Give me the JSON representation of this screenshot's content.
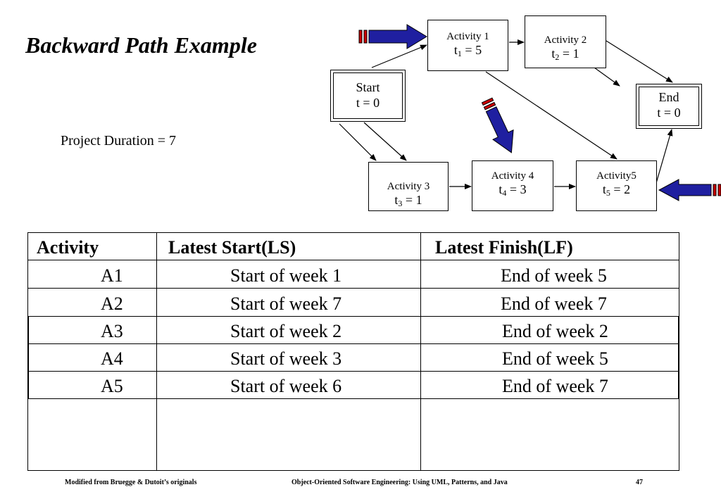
{
  "title": "Backward Path Example",
  "project_duration": "Project Duration = 7",
  "nodes": {
    "start": {
      "label": "Start",
      "duration": "t = 0"
    },
    "end": {
      "label": "End",
      "duration": "t = 0"
    },
    "a1": {
      "label": "Activity 1",
      "var": "t",
      "sub": "1",
      "value": " = 5"
    },
    "a2": {
      "label": "Activity 2",
      "var": "t",
      "sub": "2",
      "value": " = 1"
    },
    "a3": {
      "label": "Activity 3",
      "var": "t",
      "sub": "3",
      "value": " = 1"
    },
    "a4": {
      "label": "Activity 4",
      "var": "t",
      "sub": "4",
      "value": " = 3"
    },
    "a5": {
      "label": "Activity5",
      "var": "t",
      "sub": "5",
      "value": " = 2"
    }
  },
  "table": {
    "headers": [
      "Activity",
      "Latest Start(LS)",
      "Latest Finish(LF)"
    ],
    "rows": [
      [
        "A1",
        "Start of week 1",
        "End of week 5"
      ],
      [
        "A2",
        "Start of week 7",
        "End of week 7"
      ],
      [
        "A3",
        "Start of week 2",
        "End of week 2"
      ],
      [
        "A4",
        "Start of week 3",
        "End of week 5"
      ],
      [
        "A5",
        "Start of week 6",
        "End of week 7"
      ]
    ]
  },
  "footer": {
    "left": "Modified from Bruegge & Dutoit’s originals",
    "center": "Object-Oriented Software Engineering: Using UML, Patterns, and Java",
    "page": "47"
  },
  "colors": {
    "arrow_fill": "#1f1fa0",
    "arrow_stripe": "#cc0000",
    "line": "#000000"
  }
}
